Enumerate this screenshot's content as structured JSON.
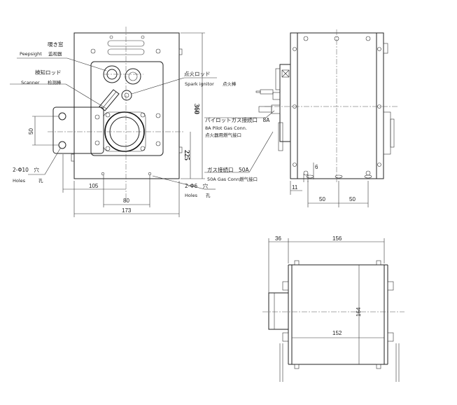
{
  "front_view": {
    "label_peepsight_jp": "覗き窓",
    "label_peepsight_en": "Peepsight",
    "label_peepsight_cn": "监视器",
    "label_scanner_jp": "検知ロッド",
    "label_scanner_en": "Scanner",
    "label_scanner_cn": "检测棒",
    "label_holes10_jp": "2-Φ10　穴",
    "label_holes10_en": "Holes",
    "label_holes10_cn": "孔",
    "label_holes6_jp": "2-Φ6　穴",
    "label_holes6_en": "Holes",
    "label_holes6_cn": "孔",
    "dim_50": "50",
    "dim_105": "105",
    "dim_80": "80",
    "dim_173": "173",
    "dim_360": "360",
    "dim_225": "225"
  },
  "side_view": {
    "label_spark_jp": "点火ロッド",
    "label_spark_en": "Spark ignitor",
    "label_spark_cn": "点火棒",
    "label_pilot_jp": "パイロットガス接続口　8A",
    "label_pilot_en": "8A Pilot Gas Conn.",
    "label_pilot_cn": "点火器用燃气接口",
    "label_gas_jp": "ガス接続口　50A",
    "label_gas_en": "50A Gas Conn.",
    "label_gas_cn": "燃气接口",
    "dim_6": "6",
    "dim_11": "11",
    "dim_50a": "50",
    "dim_50b": "50"
  },
  "top_view": {
    "dim_36": "36",
    "dim_156": "156",
    "dim_164": "164",
    "dim_152": "152"
  }
}
